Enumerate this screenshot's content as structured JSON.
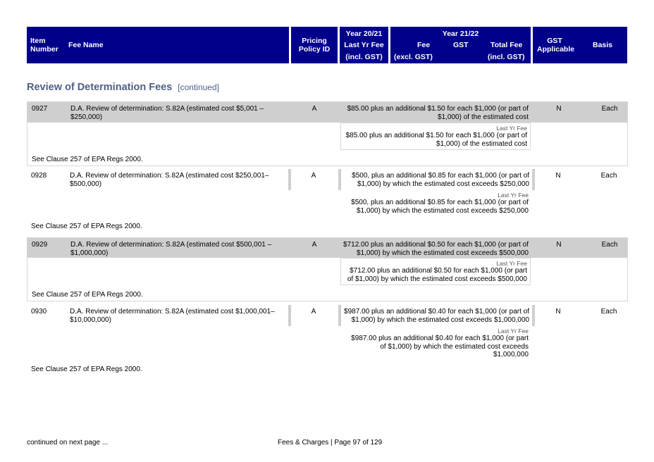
{
  "header": {
    "item_number": [
      "Item",
      "Number"
    ],
    "fee_name": "Fee Name",
    "pricing_policy": [
      "Pricing",
      "Policy ID"
    ],
    "year_2021": "Year 20/21",
    "last_yr_fee": "Last Yr Fee",
    "incl_gst_1": "(incl. GST)",
    "year_2122": "Year 21/22",
    "fee": "Fee",
    "gst": "GST",
    "total_fee": "Total Fee",
    "excl_gst": "(excl. GST)",
    "incl_gst_2": "(incl. GST)",
    "gst_applicable": [
      "GST",
      "Applicable"
    ],
    "basis": "Basis"
  },
  "section": {
    "title": "Review of Determination Fees",
    "continued": "[continued]"
  },
  "last_yr_label": "Last Yr Fee",
  "rows": [
    {
      "number": "0927",
      "name": "D.A. Review of determination: S.82A (estimated cost $5,001 – $250,000)",
      "policy": "A",
      "fee": "$85.00 plus an additional $1.50 for each $1,000 (or part of $1,000) of the estimated cost",
      "last_fee": "$85.00 plus an additional $1.50 for each $1,000 (or part of $1,000) of the estimated cost",
      "gst": "N",
      "basis": "Each",
      "clause": "See Clause 257 of EPA Regs 2000."
    },
    {
      "number": "0928",
      "name": "D.A. Review of determination: S.82A (estimated cost $250,001–$500,000)",
      "policy": "A",
      "fee": "$500, plus an additional $0.85 for each $1,000 (or part of $1,000) by which the estimated cost exceeds $250,000",
      "last_fee": "$500, plus an additional $0.85 for each $1,000 (or part of $1,000) by which the estimated cost exceeds $250,000",
      "gst": "N",
      "basis": "Each",
      "clause": "See Clause 257 of EPA Regs 2000."
    },
    {
      "number": "0929",
      "name": "D.A. Review of determination: S.82A (estimated cost $500,001 – $1,000,000)",
      "policy": "A",
      "fee": "$712.00 plus an additional $0.50 for each $1,000 (or part of $1,000) by which the estimated cost exceeds $500,000",
      "last_fee": "$712.00 plus an additional $0.50 for each $1,000 (or part of $1,000) by which the estimated cost exceeds $500,000",
      "gst": "N",
      "basis": "Each",
      "clause": "See Clause 257 of EPA Regs 2000."
    },
    {
      "number": "0930",
      "name": "D.A. Review of determination: S.82A (estimated cost  $1,000,001– $10,000,000)",
      "policy": "A",
      "fee": "$987.00 plus an additional $0.40 for each $1,000 (or part of $1,000) by which the estimated cost exceeds $1,000,000",
      "last_fee": "$987.00 plus an additional $0.40 for each $1,000 (or part of $1,000) by which the estimated cost exceeds $1,000,000",
      "gst": "N",
      "basis": "Each",
      "clause": "See Clause 257 of EPA Regs 2000."
    }
  ],
  "footer": {
    "continued": "continued on next page ...",
    "page": "Fees & Charges | Page 97 of 129"
  }
}
